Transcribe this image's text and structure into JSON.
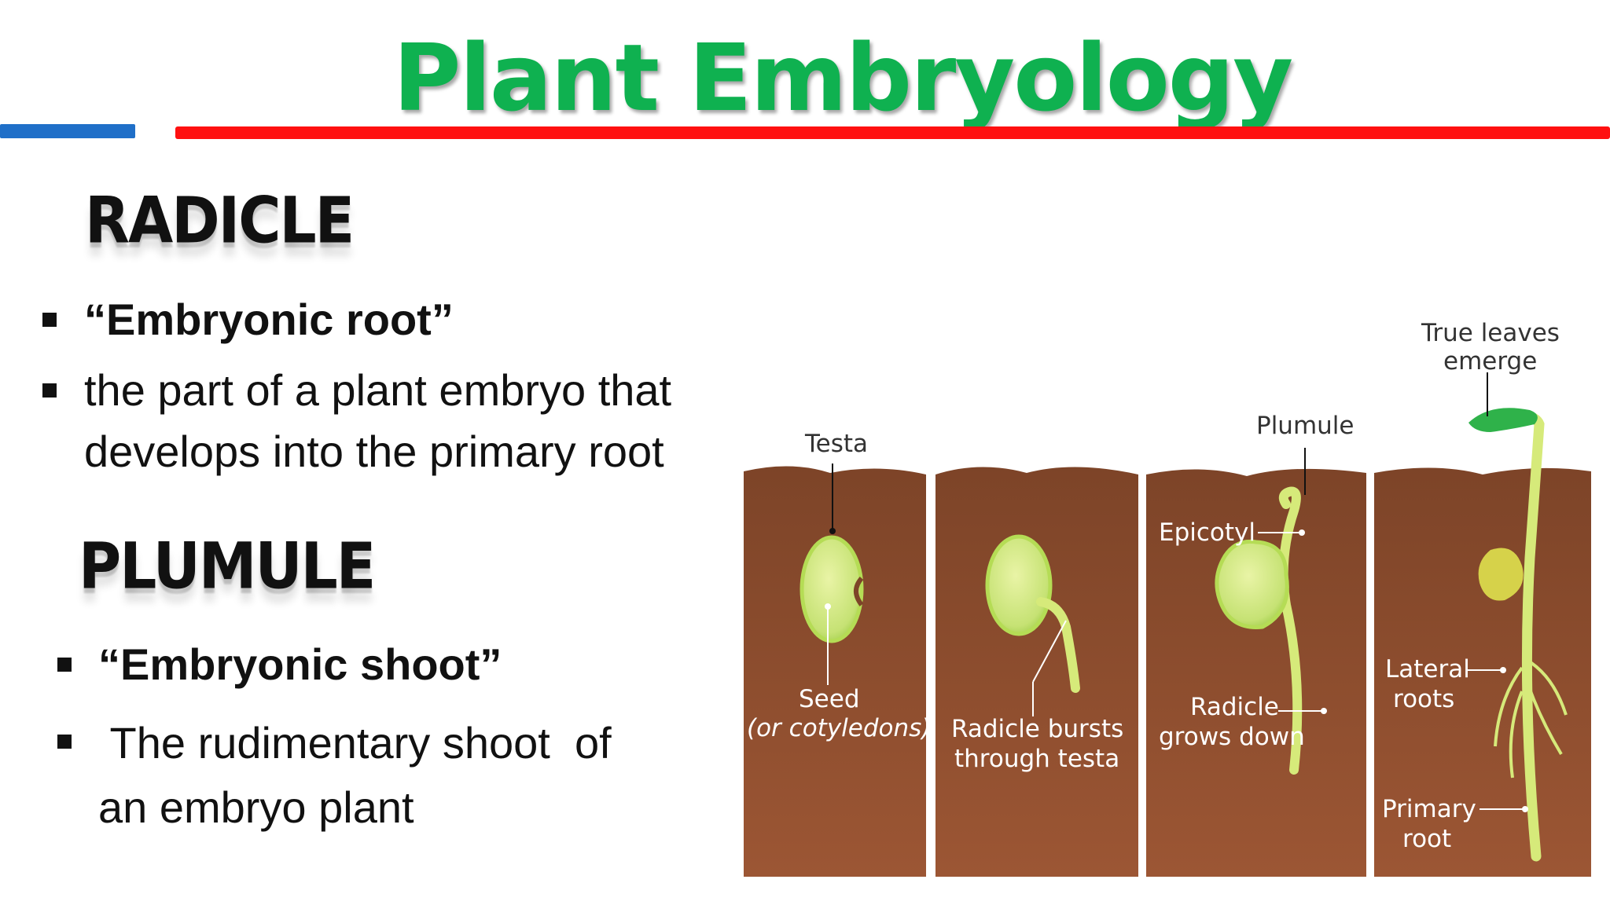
{
  "title": "Plant Embryology",
  "colors": {
    "title": "#0fb150",
    "rule_blue": "#1f6fc8",
    "rule_red": "#ff1010",
    "soil": "#8a4a2c",
    "plant": "#d6ea7a"
  },
  "radicle": {
    "heading": "RADICLE",
    "bullet1": "“Embryonic root”",
    "bullet2_line1": "the part of a plant embryo that",
    "bullet2_line2": "develops into the primary root"
  },
  "plumule": {
    "heading": "PLUMULE",
    "bullet1": "“Embryonic shoot”",
    "bullet2_line1": " The rudimentary shoot  of",
    "bullet2_line2": "an embryo plant"
  },
  "diagram": {
    "testa": "Testa",
    "seed": "Seed",
    "cotyledons": "(or cotyledons)",
    "radicle_bursts_1": "Radicle bursts",
    "radicle_bursts_2": "through testa",
    "plumule": "Plumule",
    "epicotyl": "Epicotyl",
    "radicle_grows_1": "Radicle",
    "radicle_grows_2": "grows down",
    "true_leaves_1": "True leaves",
    "true_leaves_2": "emerge",
    "lateral_1": "Lateral",
    "lateral_2": "roots",
    "primary_1": "Primary",
    "primary_2": "root"
  }
}
